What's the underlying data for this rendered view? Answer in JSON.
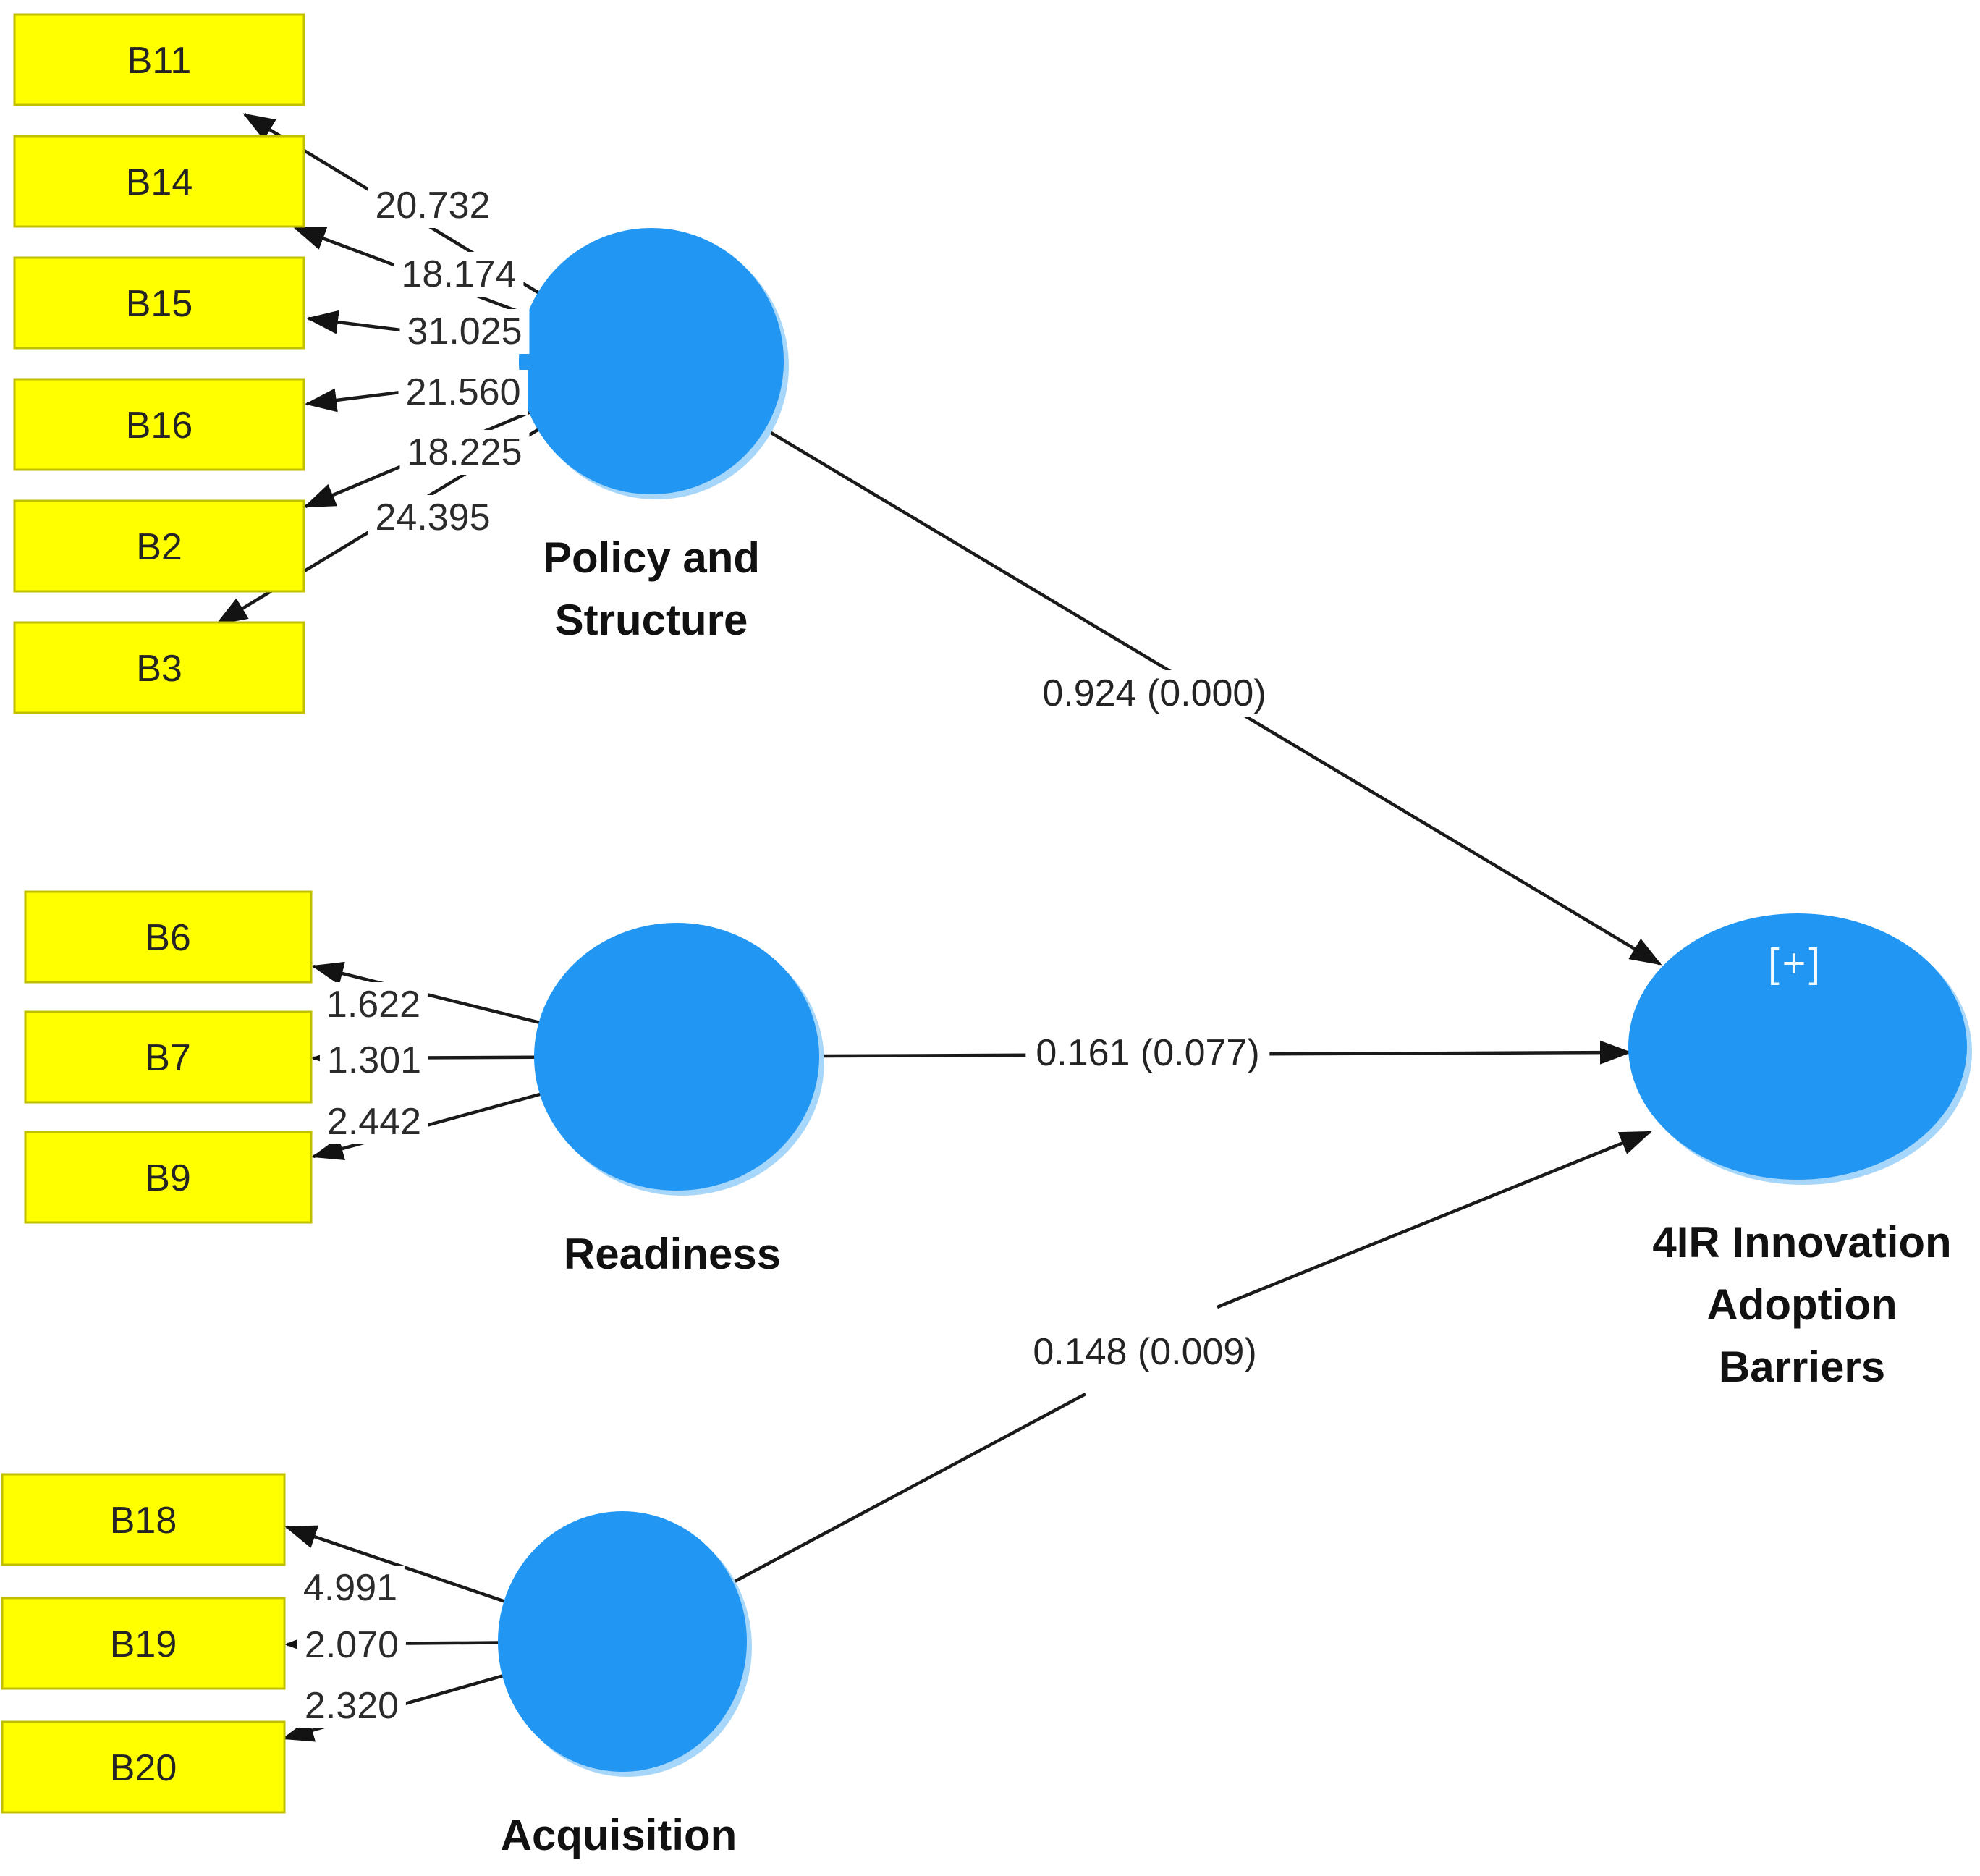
{
  "colors": {
    "construct_fill": "#2196F3",
    "construct_glow": "#A6D6FA",
    "indicator_fill": "#FFFF00",
    "indicator_border": "#BFBF00",
    "edge_line": "#1a1a1a",
    "label_text": "#111111"
  },
  "constructs": {
    "policy": {
      "label_line1": "Policy and",
      "label_line2": "Structure"
    },
    "readiness": {
      "label": "Readiness"
    },
    "acquisition": {
      "label": "Acquisition"
    },
    "barriers": {
      "label_line1": "4IR Innovation",
      "label_line2": "Adoption",
      "label_line3": "Barriers",
      "expand_badge": "[+]"
    }
  },
  "indicators": {
    "b11": "B11",
    "b14": "B14",
    "b15": "B15",
    "b16": "B16",
    "b2": "B2",
    "b3": "B3",
    "b6": "B6",
    "b7": "B7",
    "b9": "B9",
    "b18": "B18",
    "b19": "B19",
    "b20": "B20"
  },
  "loadings": {
    "b11": "20.732",
    "b14": "18.174",
    "b15": "31.025",
    "b16": "21.560",
    "b2": "18.225",
    "b3": "24.395",
    "b6": "1.622",
    "b7": "1.301",
    "b9": "2.442",
    "b18": "4.991",
    "b19": "2.070",
    "b20": "2.320"
  },
  "path_coefficients": {
    "policy_to_barriers": "0.924 (0.000)",
    "readiness_to_barriers": "0.161 (0.077)",
    "acquisition_to_barriers": "0.148 (0.009)"
  }
}
